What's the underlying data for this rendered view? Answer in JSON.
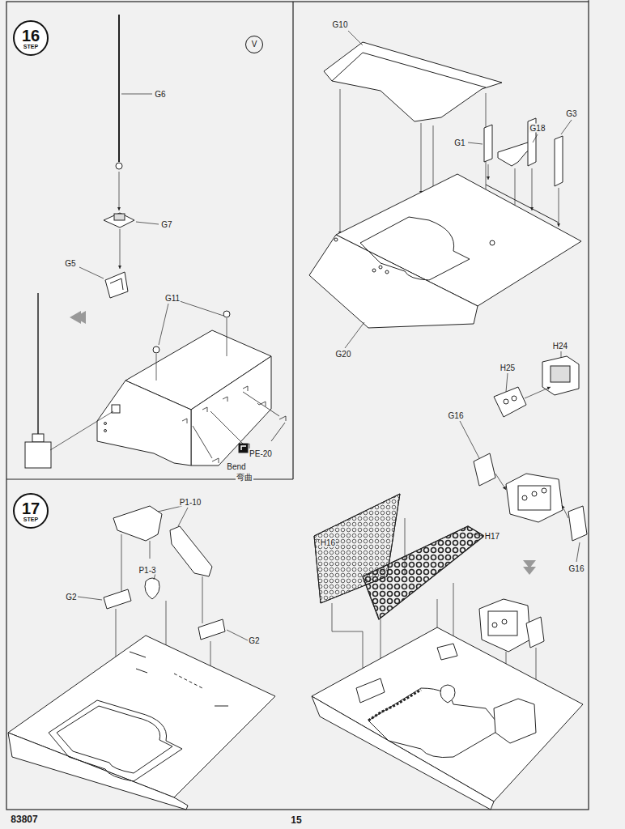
{
  "diagram": {
    "nodes": [
      {
        "text": [
          "16",
          "STEP"
        ]
      },
      {
        "text": [
          "V"
        ]
      },
      {
        "text": [
          "17",
          "STEP"
        ]
      }
    ],
    "labels": [
      "G6",
      "G7",
      "G5",
      "G11",
      "PE-20",
      "Bend",
      "弯曲",
      "G10",
      "G18",
      "G1",
      "G3",
      "G20",
      "H24",
      "H25",
      "G16",
      "G16",
      "P1-10",
      "G2",
      "P1-3",
      "G2",
      "H16",
      "H17",
      "83807",
      "15"
    ]
  }
}
